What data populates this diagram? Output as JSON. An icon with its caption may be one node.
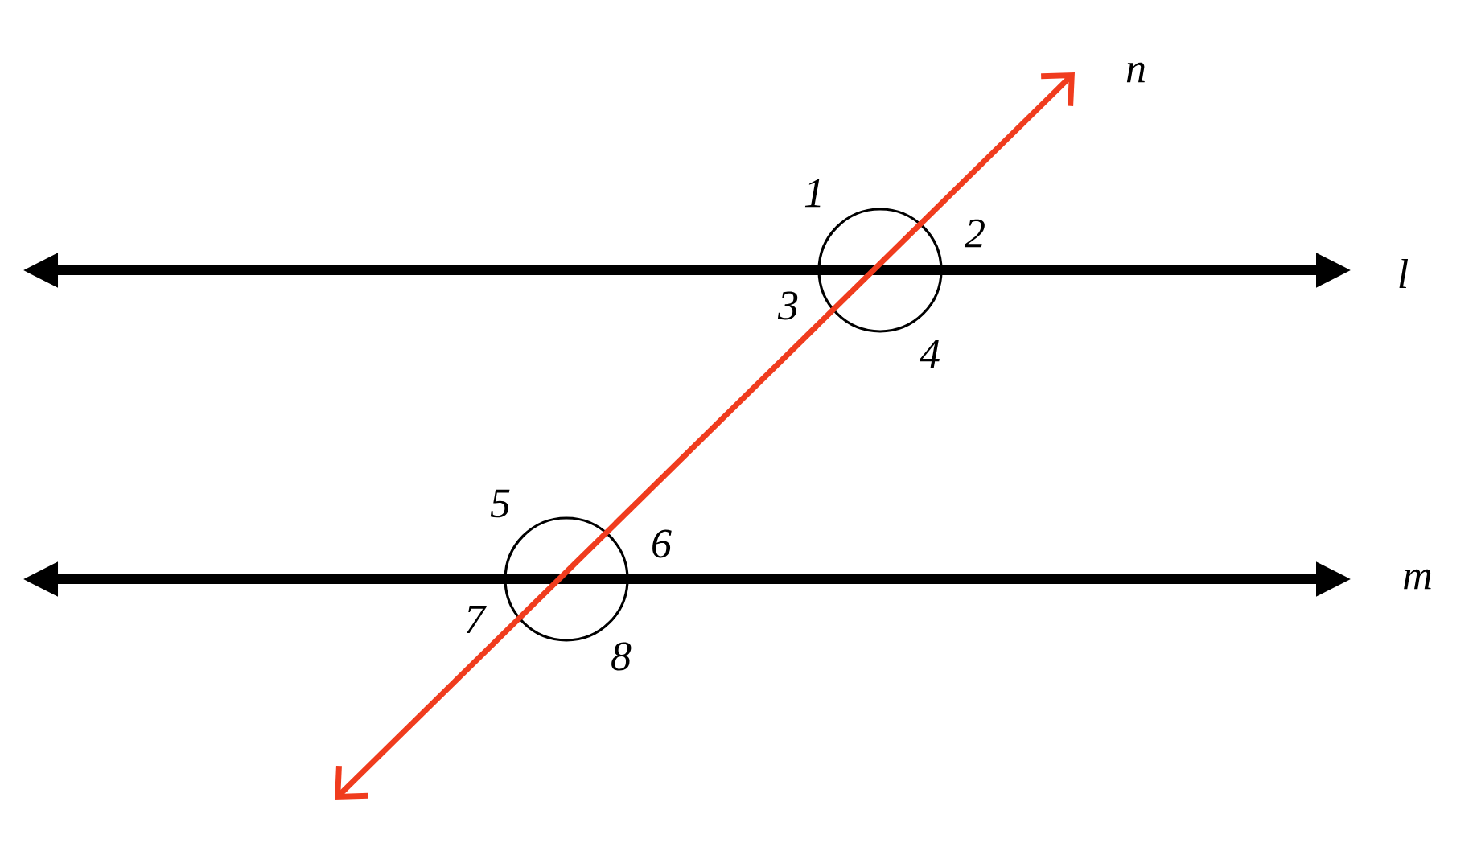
{
  "diagram": {
    "labels": [
      "n",
      "1",
      "2",
      "l",
      "3",
      "4",
      "5",
      "6",
      "m",
      "7",
      "8"
    ]
  }
}
